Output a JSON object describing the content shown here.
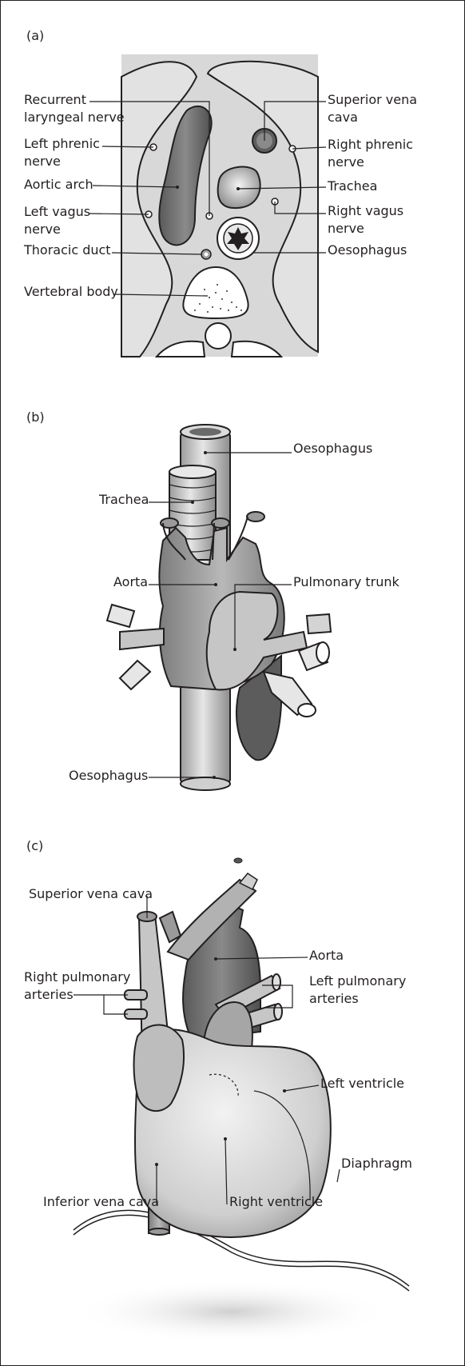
{
  "panels": {
    "a": {
      "tag": "(a)",
      "labels": {
        "recurrent_laryngeal": [
          "Recurrent",
          "laryngeal nerve"
        ],
        "left_phrenic": [
          "Left phrenic",
          "nerve"
        ],
        "aortic_arch": "Aortic arch",
        "left_vagus": [
          "Left vagus",
          "nerve"
        ],
        "thoracic_duct": "Thoracic duct",
        "vertebral_body": "Vertebral body",
        "superior_vena_cava": [
          "Superior vena",
          "cava"
        ],
        "right_phrenic": [
          "Right phrenic",
          "nerve"
        ],
        "trachea": "Trachea",
        "right_vagus": [
          "Right vagus",
          "nerve"
        ],
        "oesophagus": "Oesophagus"
      }
    },
    "b": {
      "tag": "(b)",
      "labels": {
        "oesophagus_top": "Oesophagus",
        "trachea": "Trachea",
        "aorta": "Aorta",
        "pulmonary_trunk": "Pulmonary trunk",
        "oesophagus_bottom": "Oesophagus"
      }
    },
    "c": {
      "tag": "(c)",
      "labels": {
        "superior_vena_cava": "Superior vena cava",
        "aorta": "Aorta",
        "right_pulmonary_arteries": [
          "Right pulmonary",
          "arteries"
        ],
        "left_pulmonary_arteries": [
          "Left pulmonary",
          "arteries"
        ],
        "left_ventricle": "Left ventricle",
        "diaphragm": "Diaphragm",
        "inferior_vena_cava": "Inferior vena cava",
        "right_ventricle": "Right ventricle"
      }
    }
  },
  "colors": {
    "ink": "#231f20",
    "tissue": "#d9d9d9",
    "vessel_dark": "#6e6e6e",
    "vessel_mid": "#a8a8a8",
    "vessel_light": "#cfcfcf"
  }
}
